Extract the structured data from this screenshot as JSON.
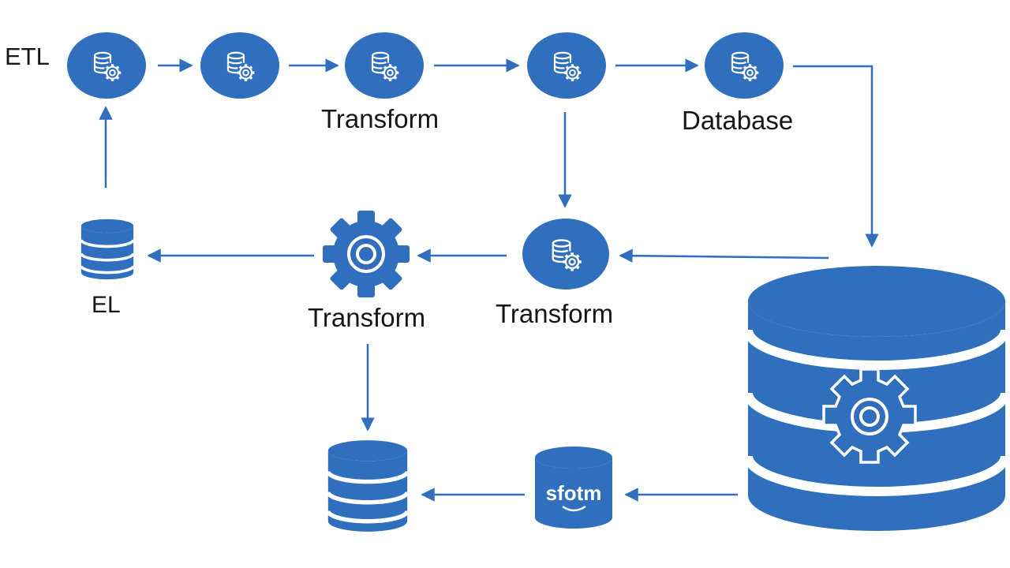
{
  "colors": {
    "primary": "#2f6fbd",
    "arrow": "#2f6fbd",
    "text": "#161616",
    "background": "#ffffff"
  },
  "labels": {
    "etl": "ETL",
    "transform_top": "Transform",
    "database": "Database",
    "el": "EL",
    "transform_gear": "Transform",
    "transform_mid": "Transform"
  },
  "small_db_text": "sfotm",
  "icons": {
    "node": "database-gear-icon",
    "gear": "gear-icon",
    "stack": "database-icon",
    "big_db": "database-gear-icon"
  }
}
